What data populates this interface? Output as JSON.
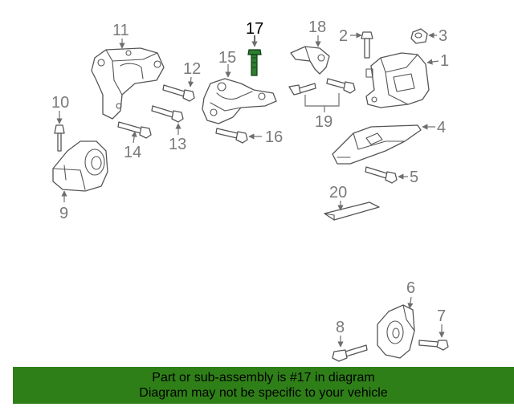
{
  "diagram": {
    "highlighted_part": "17",
    "callouts": [
      "1",
      "2",
      "3",
      "4",
      "5",
      "6",
      "7",
      "8",
      "9",
      "10",
      "11",
      "12",
      "13",
      "14",
      "15",
      "16",
      "17",
      "18",
      "19",
      "20"
    ]
  },
  "banner": {
    "line1": "Part or sub-assembly is #17 in diagram",
    "line2": "Diagram may not be specific to your vehicle",
    "bg_color": "#2f7f18"
  },
  "colors": {
    "highlight_part": "#2e7d32",
    "callout_text": "#7a7a7a",
    "highlight_text": "#000000"
  }
}
